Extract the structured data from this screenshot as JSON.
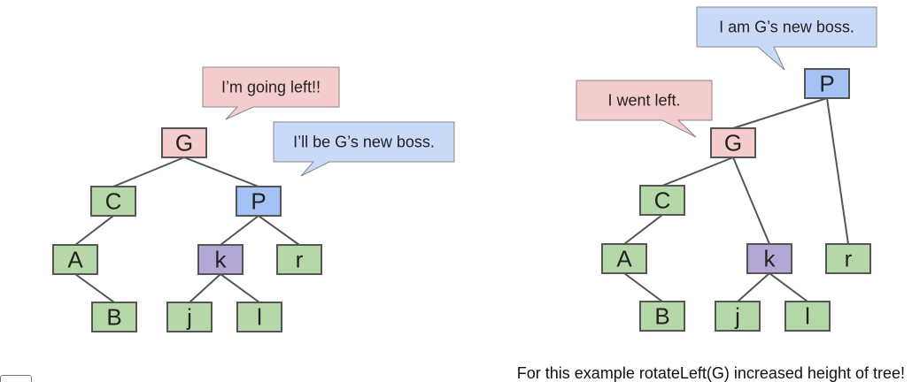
{
  "colors": {
    "pink": "#f4cccc",
    "green": "#b6d7a8",
    "blue": "#a4c2f4",
    "purple": "#b4a7d6",
    "bubble_pink": "#f4cccc",
    "bubble_blue": "#c9daf8"
  },
  "left_tree": {
    "nodes": {
      "G": {
        "label": "G",
        "color": "pink"
      },
      "C": {
        "label": "C",
        "color": "green"
      },
      "P": {
        "label": "P",
        "color": "blue"
      },
      "A": {
        "label": "A",
        "color": "green"
      },
      "k": {
        "label": "k",
        "color": "purple"
      },
      "r": {
        "label": "r",
        "color": "green"
      },
      "B": {
        "label": "B",
        "color": "green"
      },
      "j": {
        "label": "j",
        "color": "green"
      },
      "l": {
        "label": "l",
        "color": "green"
      }
    },
    "edges": [
      [
        "G",
        "C"
      ],
      [
        "G",
        "P"
      ],
      [
        "C",
        "A"
      ],
      [
        "A",
        "B"
      ],
      [
        "P",
        "k"
      ],
      [
        "P",
        "r"
      ],
      [
        "k",
        "j"
      ],
      [
        "k",
        "l"
      ]
    ],
    "bubbles": {
      "going_left": {
        "text": "I’m going left!!",
        "color": "bubble_pink"
      },
      "new_boss": {
        "text": "I’ll be G’s new boss.",
        "color": "bubble_blue"
      }
    }
  },
  "right_tree": {
    "nodes": {
      "P": {
        "label": "P",
        "color": "blue"
      },
      "G": {
        "label": "G",
        "color": "pink"
      },
      "r": {
        "label": "r",
        "color": "green"
      },
      "C": {
        "label": "C",
        "color": "green"
      },
      "k": {
        "label": "k",
        "color": "purple"
      },
      "A": {
        "label": "A",
        "color": "green"
      },
      "B": {
        "label": "B",
        "color": "green"
      },
      "j": {
        "label": "j",
        "color": "green"
      },
      "l": {
        "label": "l",
        "color": "green"
      }
    },
    "edges": [
      [
        "P",
        "G"
      ],
      [
        "P",
        "r"
      ],
      [
        "G",
        "C"
      ],
      [
        "G",
        "k"
      ],
      [
        "C",
        "A"
      ],
      [
        "A",
        "B"
      ],
      [
        "k",
        "j"
      ],
      [
        "k",
        "l"
      ]
    ],
    "bubbles": {
      "went_left": {
        "text": "I went left.",
        "color": "bubble_pink"
      },
      "is_new_boss": {
        "text": "I am G’s new boss.",
        "color": "bubble_blue"
      }
    }
  },
  "caption": "For this example rotateLeft(G) increased height of tree!"
}
